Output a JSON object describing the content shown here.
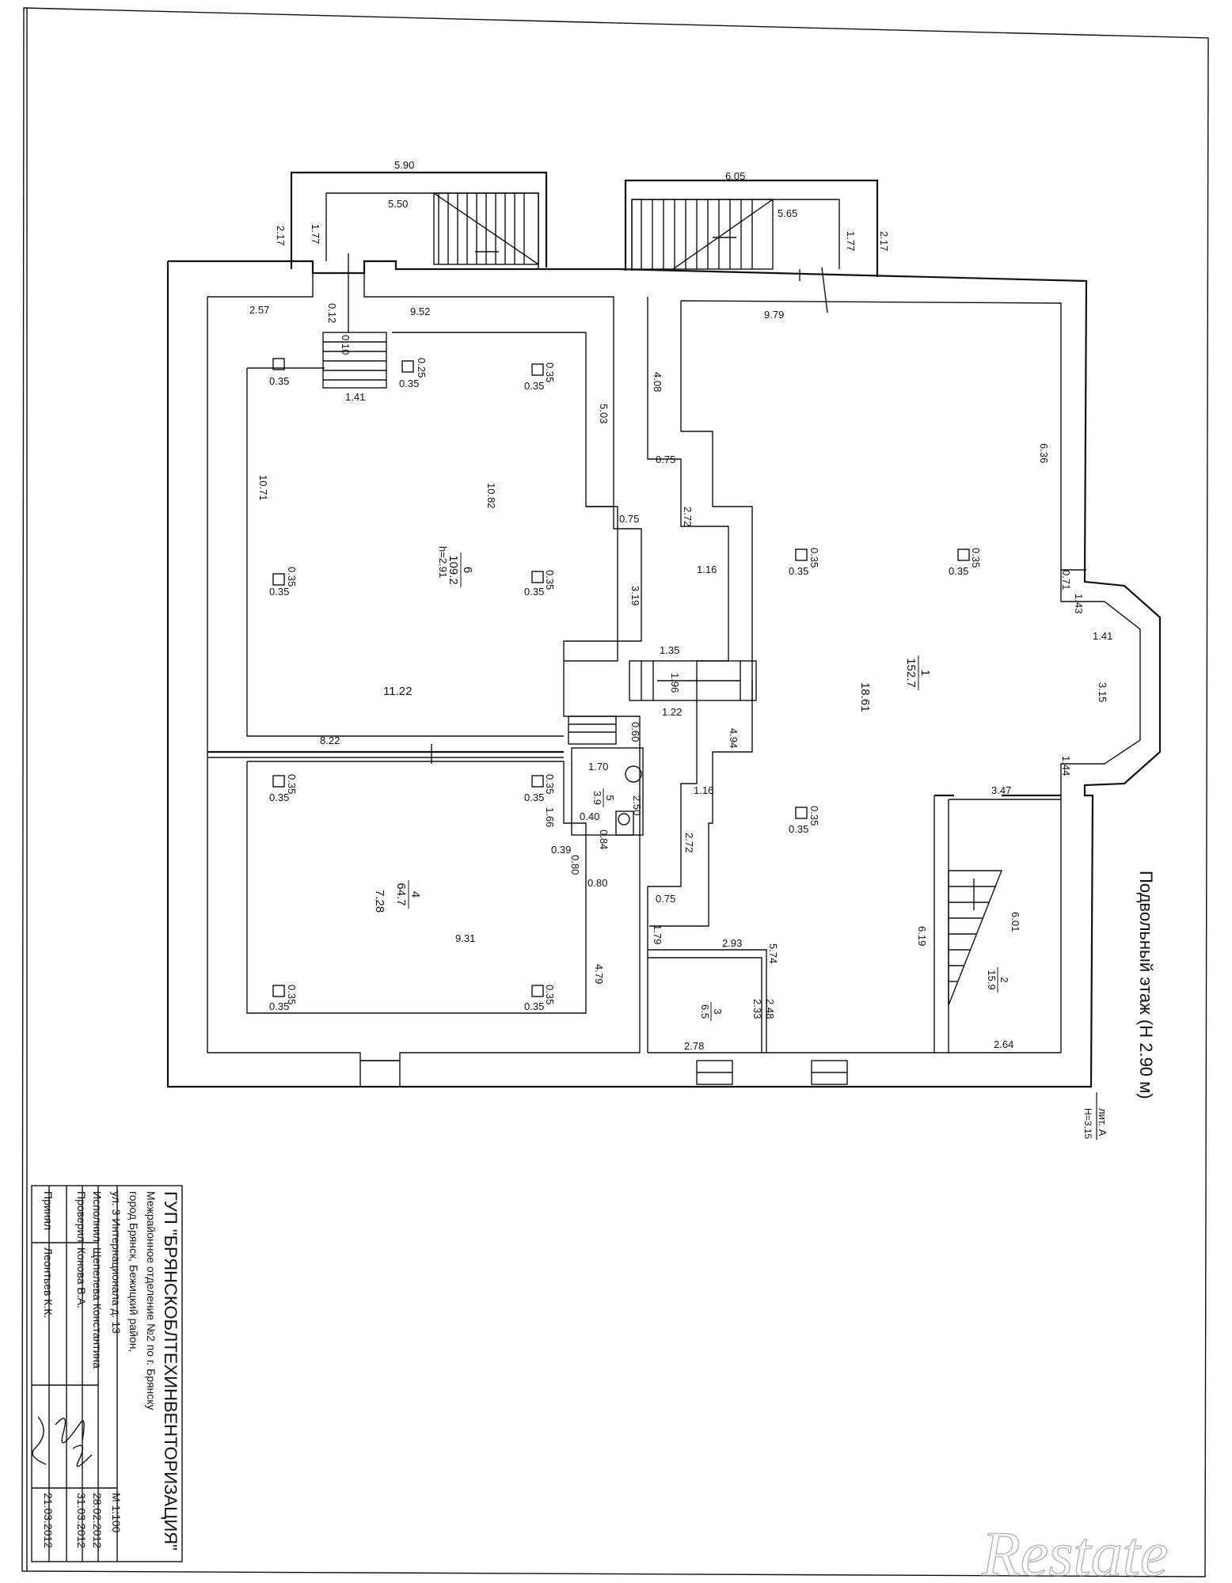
{
  "title": {
    "floor_label": "Подвольный этаж (H 2.90 м)",
    "lit_label": "лит. А",
    "lit_height": "H=3.15"
  },
  "stamp": {
    "org": "ГУП \"БРЯНСКОБЛТЕХИНВЕНТОРИЗАЦИЯ\"",
    "department": "Межрайонное отделение №2 по г. Брянску",
    "city": "город Брянск, Бежицкий район,",
    "street": "ул. 3 Интернационала д. 13",
    "scale": "М 1:100",
    "rows": [
      {
        "role": "Исполнил",
        "name": "Щепелева Константина",
        "date": "28.02.2012"
      },
      {
        "role": "Проверил",
        "name": "Конова В.А.",
        "date": "31.03.2012"
      },
      {
        "role": "Принял",
        "name": "Леонтьев К.К.",
        "date": "21.03.2012"
      }
    ]
  },
  "rooms": [
    {
      "num": "1",
      "area": "152.7",
      "height": ""
    },
    {
      "num": "2",
      "area": "15.9",
      "height": ""
    },
    {
      "num": "3",
      "area": "6.5",
      "height": ""
    },
    {
      "num": "4",
      "area": "64.7",
      "height": ""
    },
    {
      "num": "5",
      "area": "3.9",
      "height": ""
    },
    {
      "num": "6",
      "area": "109.2",
      "height": "h=2.91"
    }
  ],
  "dimensions": {
    "top_left_outer": "5.90",
    "top_left_inner": "5.50",
    "top_left_side_outer": "2.17",
    "top_left_side_inner": "1.77",
    "top_right_outer": "6.05",
    "top_right_inner": "5.65",
    "top_right_side_inner": "1.77",
    "top_right_side_outer": "2.17",
    "d_257": "2.57",
    "d_012": "0.12",
    "d_952": "9.52",
    "d_010": "0.10",
    "d_141": "1.41",
    "d_979": "9.79",
    "d_408": "4.08",
    "d_503": "5.03",
    "d_075a": "0.75",
    "d_1071": "10.71",
    "d_1082": "10.82",
    "d_636": "6.36",
    "d_075b": "0.75",
    "d_272a": "2.72",
    "d_116a": "1.16",
    "d_319": "3.19",
    "d_071": "0.71",
    "d_143": "1.43",
    "d_141b": "1.41",
    "d_135": "1.35",
    "d_196": "1.96",
    "d_315": "3.15",
    "d_1122": "11.22",
    "d_1861": "18.61",
    "d_122": "1.22",
    "d_060": "0.60",
    "d_494": "4.94",
    "d_822": "8.22",
    "d_170": "1.70",
    "d_250": "2.50",
    "d_144": "1.44",
    "d_347": "3.47",
    "d_116b": "1.16",
    "d_040": "0.40",
    "d_166": "1.66",
    "d_039": "0.39",
    "d_080a": "0.80",
    "d_084": "0.84",
    "d_272b": "2.72",
    "d_728": "7.28",
    "d_080b": "0.80",
    "d_075c": "0.75",
    "d_931": "9.31",
    "d_601": "6.01",
    "d_619": "6.19",
    "d_179": "1.79",
    "d_293": "2.93",
    "d_574": "5.74",
    "d_479": "4.79",
    "d_248": "2.48",
    "d_233": "2.33",
    "d_278": "2.78",
    "d_264": "2.64",
    "col_size": "0.35",
    "col_size_b": "0.25"
  },
  "watermark": "Restate"
}
